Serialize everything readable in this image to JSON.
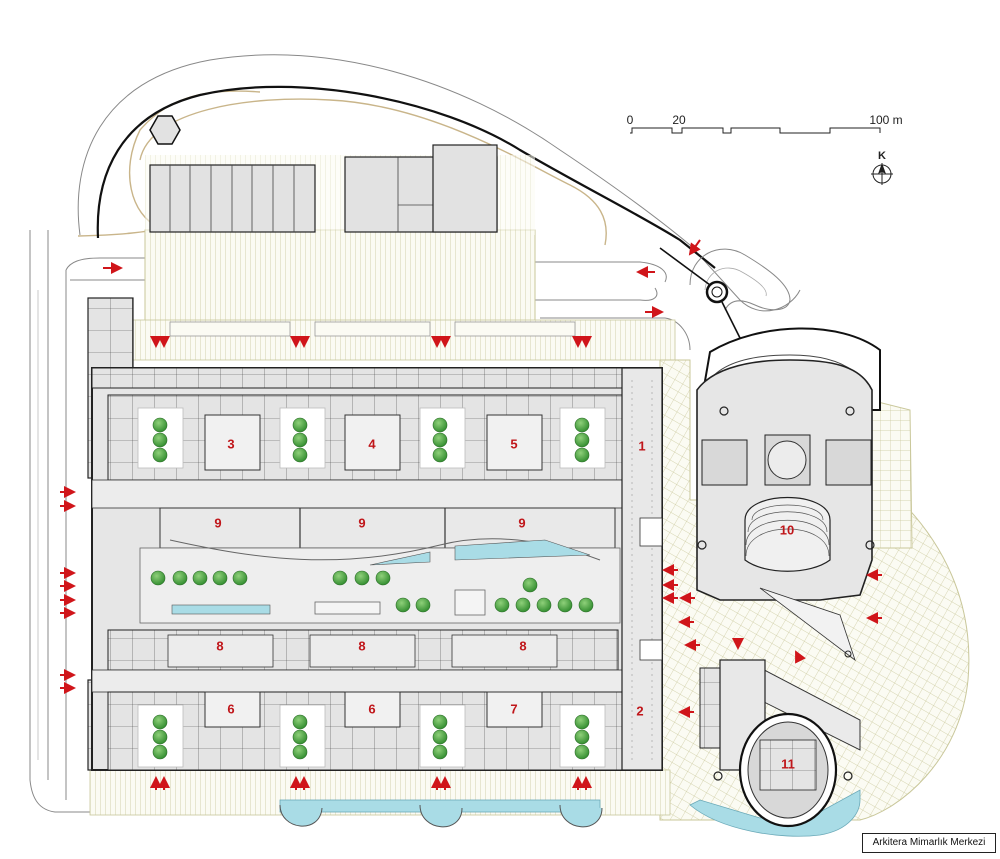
{
  "scale_bar": {
    "labels": [
      "0",
      "20",
      "100 m"
    ]
  },
  "north_label": "K",
  "credit": "Arkitera Mimarlık Merkezi",
  "rooms": {
    "r1": "1",
    "r2": "2",
    "r3": "3",
    "r4": "4",
    "r5": "5",
    "r6a": "6",
    "r6b": "6",
    "r7": "7",
    "r8a": "8",
    "r8b": "8",
    "r8c": "8",
    "r9a": "9",
    "r9b": "9",
    "r9c": "9",
    "r10": "10",
    "r11": "11"
  },
  "colors": {
    "hatch": "#c9c79a",
    "building": "#e2e2e2",
    "water": "#a9dce6",
    "tree": "#3c9a38",
    "arrow": "#d0151a",
    "number_box": "#c8c8c8"
  }
}
